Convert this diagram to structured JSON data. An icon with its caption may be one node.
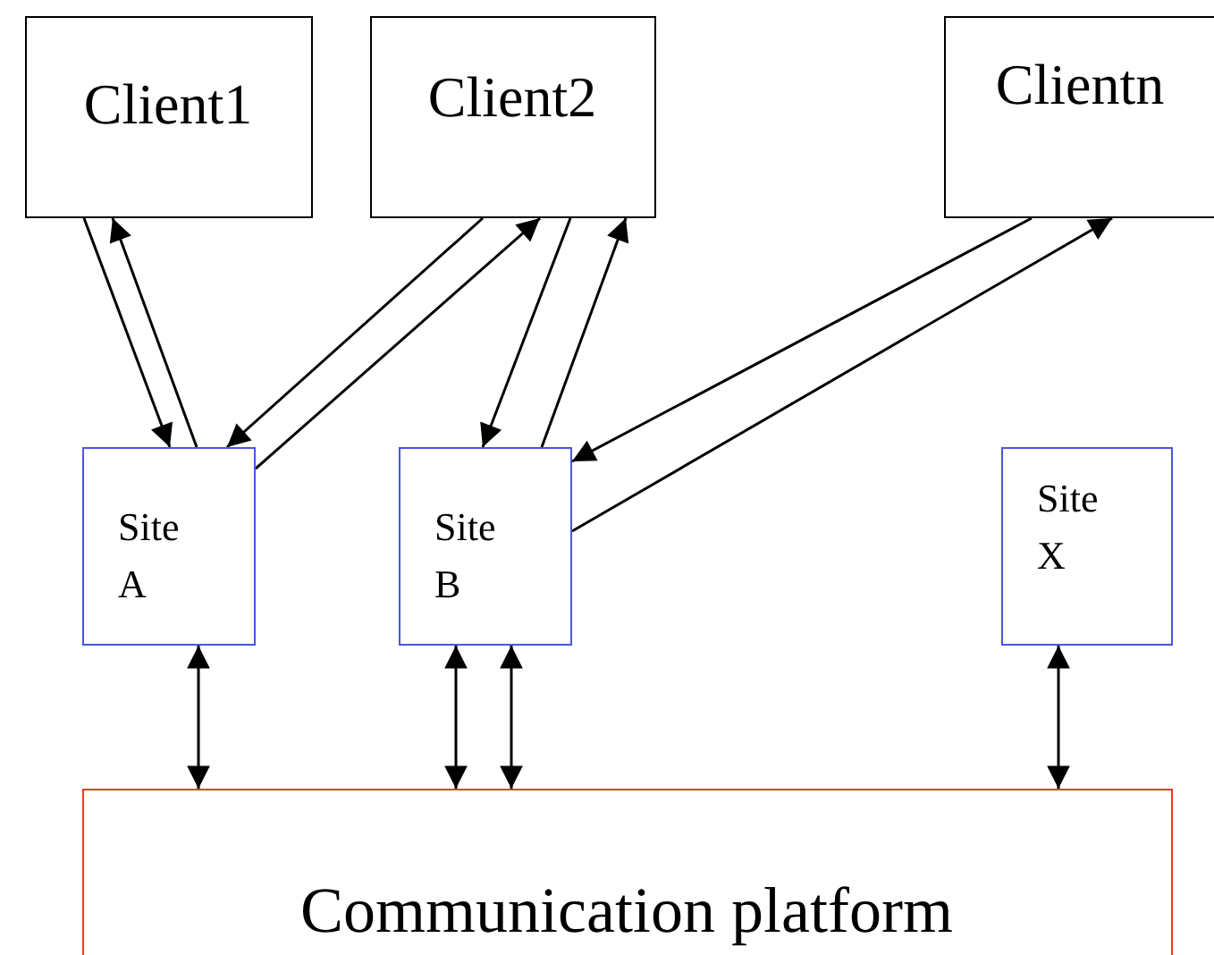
{
  "diagram": {
    "nodes": [
      {
        "text": [
          "Client1"
        ]
      },
      {
        "text": [
          "Client2"
        ]
      },
      {
        "text": [
          "Clientn"
        ]
      },
      {
        "text": [
          "Site A"
        ]
      },
      {
        "text": [
          "Site B"
        ]
      },
      {
        "text": [
          "Site X"
        ]
      },
      {
        "text": [
          "Communication platform"
        ]
      }
    ],
    "edges": [
      {
        "from": 0,
        "to": 3,
        "arrow": "to"
      },
      {
        "from": 3,
        "to": 0,
        "arrow": "to"
      },
      {
        "from": 1,
        "to": 3,
        "arrow": "to"
      },
      {
        "from": 3,
        "to": 1,
        "arrow": "to"
      },
      {
        "from": 1,
        "to": 4,
        "arrow": "to"
      },
      {
        "from": 4,
        "to": 1,
        "arrow": "to"
      },
      {
        "from": 2,
        "to": 4,
        "arrow": "to"
      },
      {
        "from": 4,
        "to": 2,
        "arrow": "to"
      },
      {
        "from": 3,
        "to": 6,
        "arrow": "both"
      },
      {
        "from": 4,
        "to": 6,
        "arrow": "both"
      },
      {
        "from": 4,
        "to": 6,
        "arrow": "both"
      },
      {
        "from": 5,
        "to": 6,
        "arrow": "both"
      }
    ]
  }
}
